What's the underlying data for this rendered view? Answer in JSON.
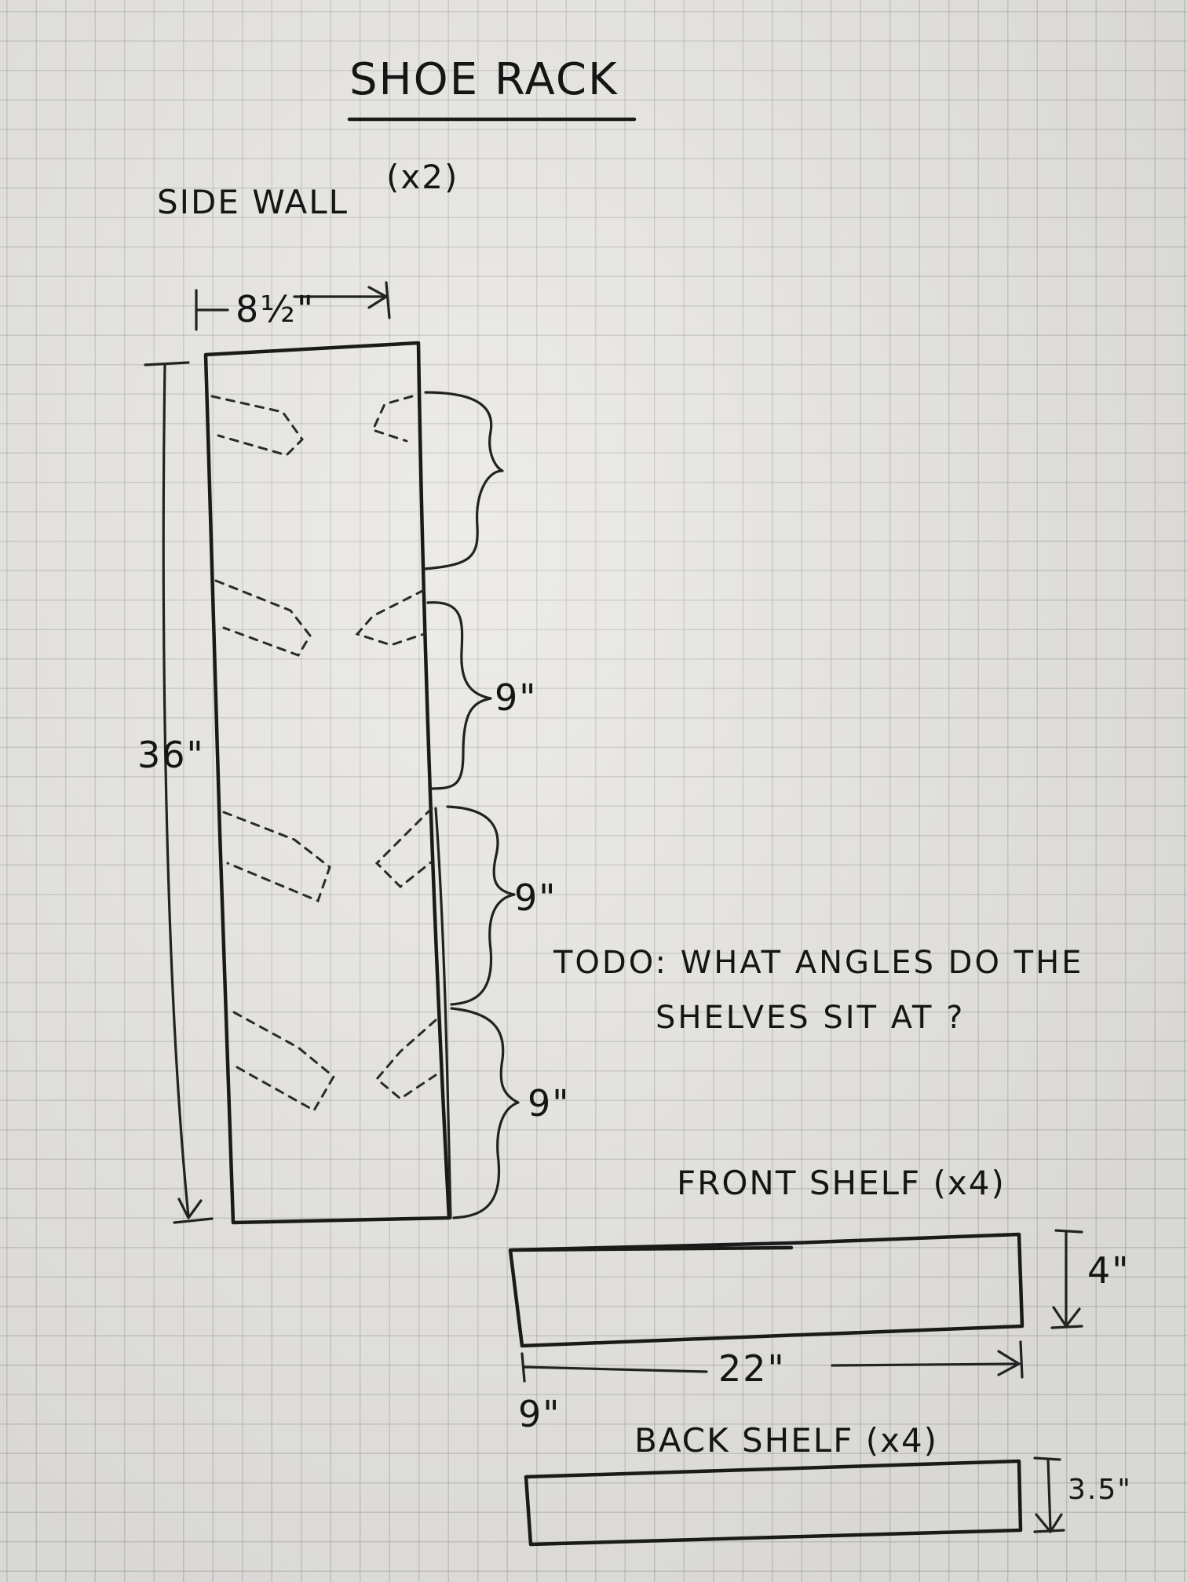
{
  "title": "SHOE RACK",
  "side_wall": {
    "label": "SIDE WALL",
    "qty": "(x2)",
    "width": "8½\"",
    "height": "36\"",
    "spacing": [
      "9\"",
      "9\"",
      "9\""
    ]
  },
  "note": {
    "line1": "TODO: WHAT ANGLES DO THE",
    "line2": "SHELVES SIT AT ?"
  },
  "front_shelf": {
    "label": "FRONT SHELF (x4)",
    "height": "4\"",
    "length": "22\"",
    "extra": "9\""
  },
  "back_shelf": {
    "label": "BACK SHELF (x4)",
    "height": "3.5\""
  },
  "colors": {
    "paper": "#e6e5e1",
    "grid": "#9a9a9a",
    "ink": "#1a1a1a"
  }
}
